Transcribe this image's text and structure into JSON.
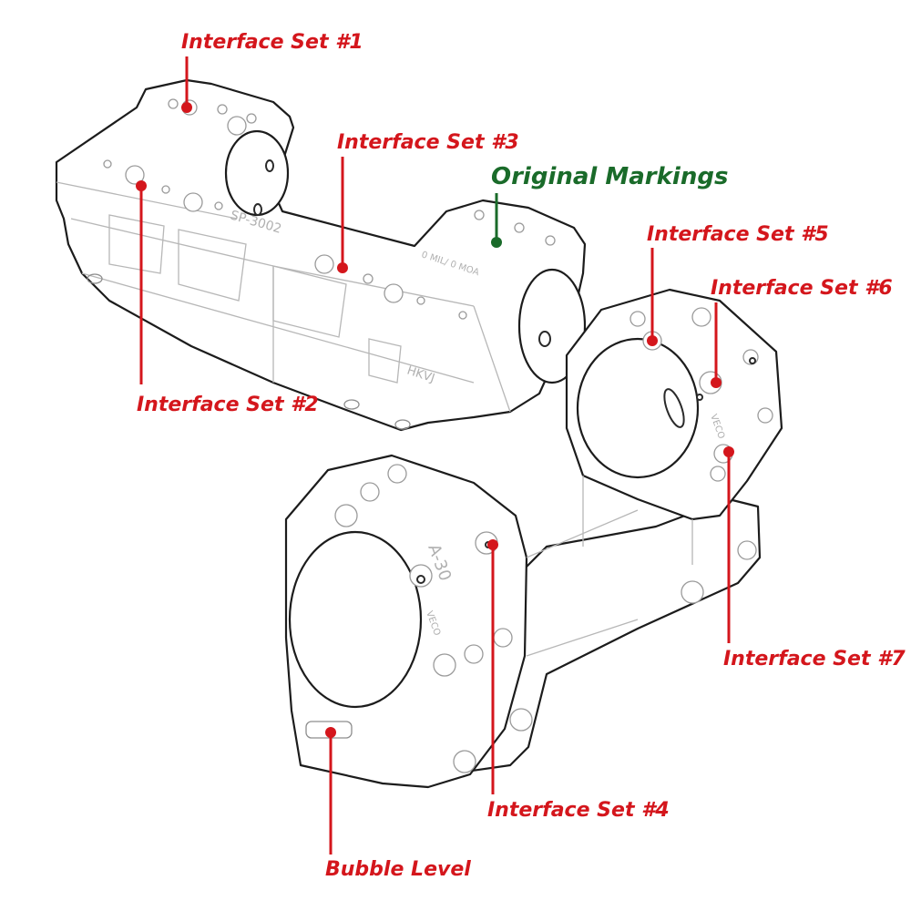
{
  "callouts": {
    "interface_set_1": "Interface Set #1",
    "interface_set_2": "Interface Set #2",
    "interface_set_3": "Interface Set #3",
    "interface_set_4": "Interface Set #4",
    "interface_set_5": "Interface Set #5",
    "interface_set_6": "Interface Set #6",
    "interface_set_7": "Interface Set #7",
    "bubble_level": "Bubble Level",
    "original_markings": "Original Markings"
  },
  "engravings": {
    "model": "SP-3002",
    "offset": "0 MIL/ 0 MOA",
    "brand_top": "HKVJ",
    "ring_size": "A-30",
    "brand_front": "VECO",
    "brand_right": "VECO"
  },
  "colors": {
    "callout_red": "#d4161c",
    "callout_green": "#1a6b2a",
    "outline": "#1c1c1c"
  }
}
